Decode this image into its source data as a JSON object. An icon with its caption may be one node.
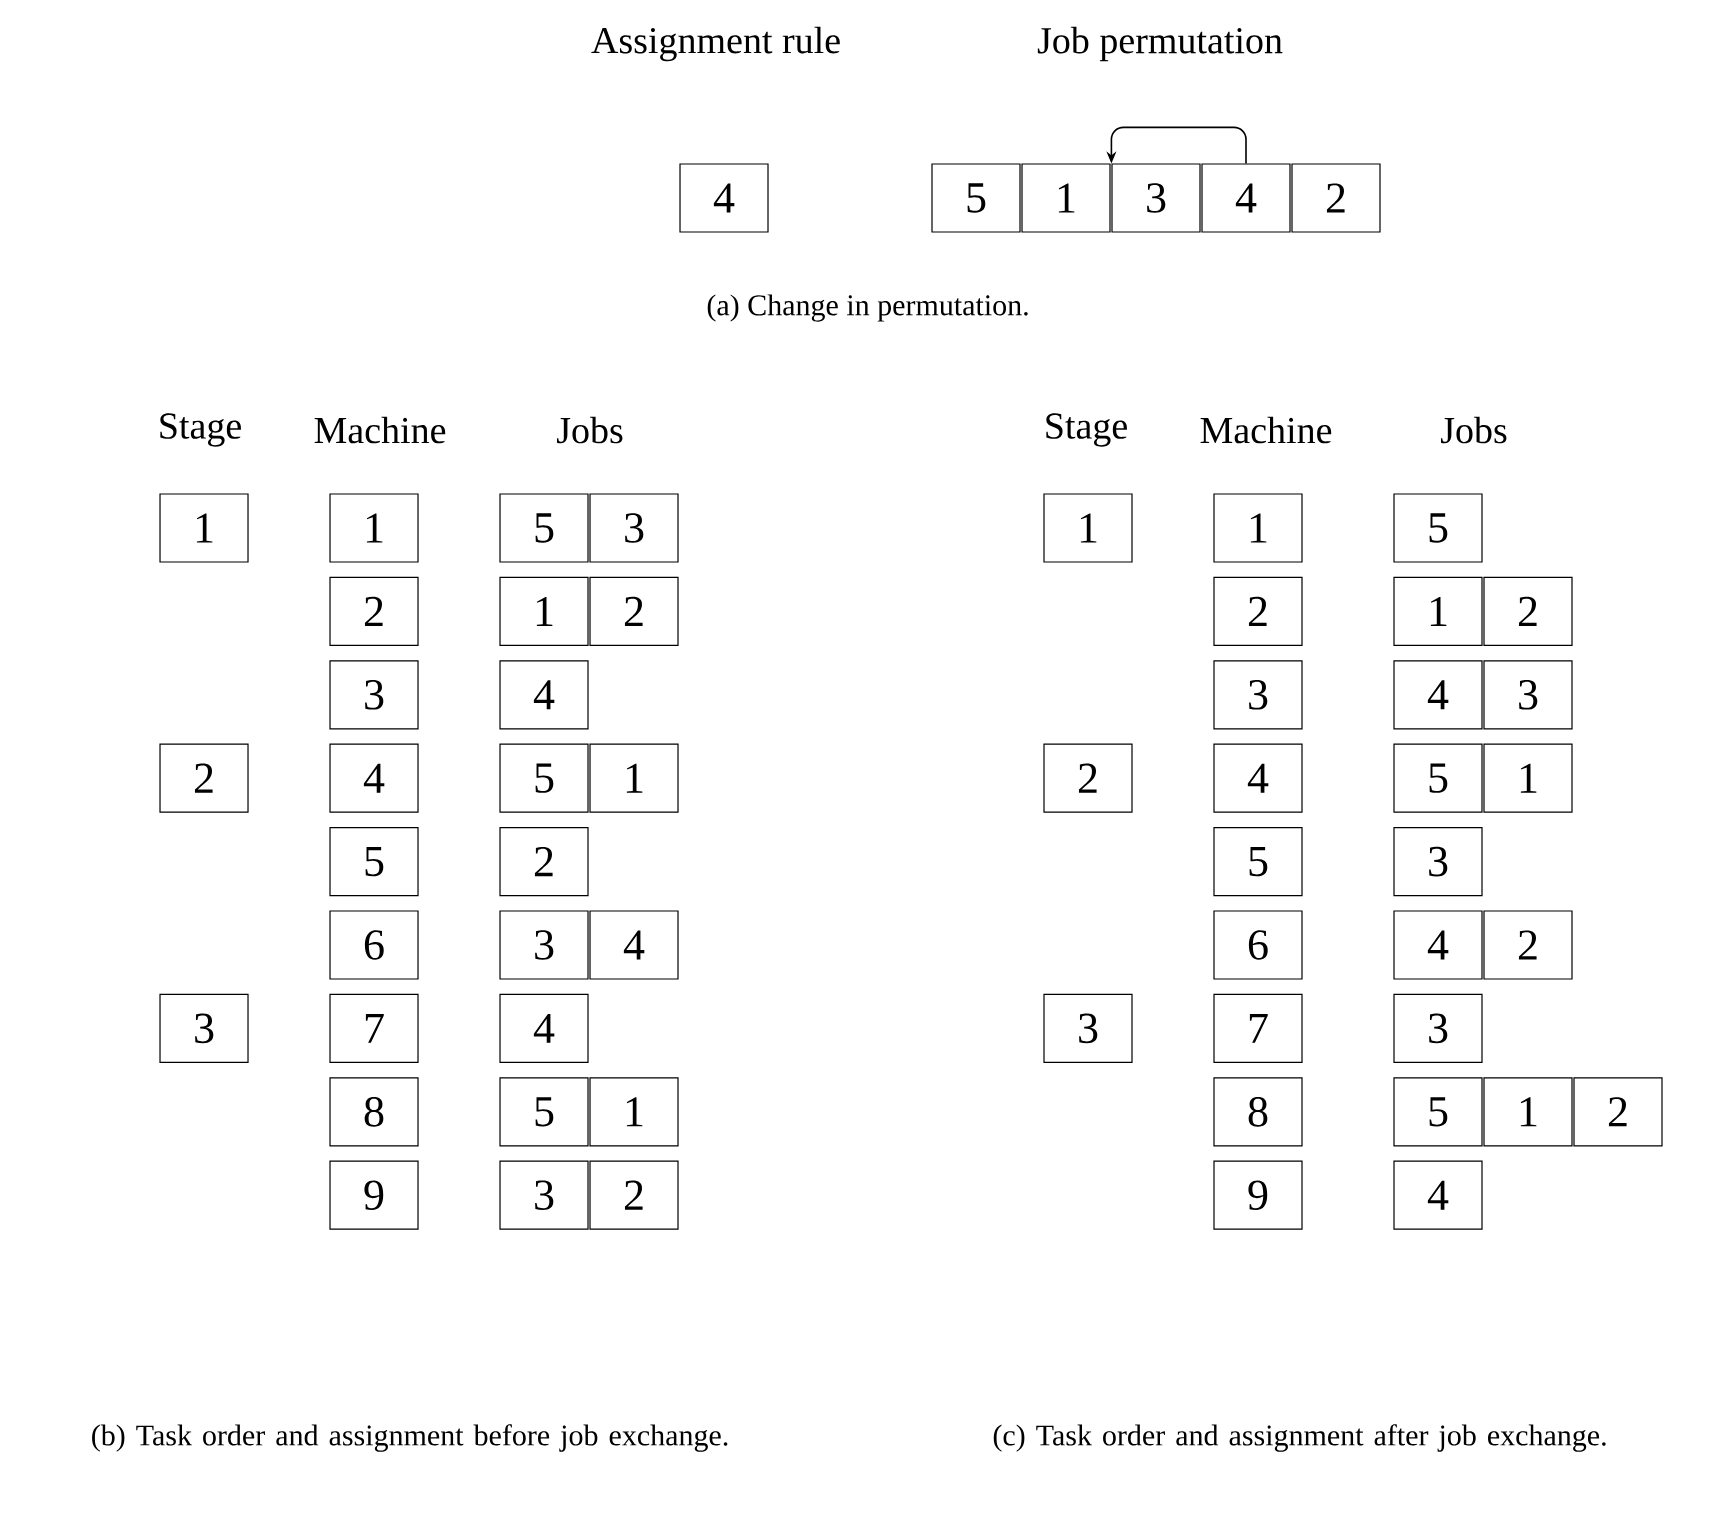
{
  "diagram": {
    "nodes": [
      {
        "text": [
          "4"
        ]
      },
      {
        "text": [
          "5"
        ]
      },
      {
        "text": [
          "1"
        ]
      },
      {
        "text": [
          "3"
        ]
      },
      {
        "text": [
          "4"
        ]
      },
      {
        "text": [
          "2"
        ]
      },
      {
        "text": [
          "1"
        ]
      },
      {
        "text": [
          "1"
        ]
      },
      {
        "text": [
          "5"
        ]
      },
      {
        "text": [
          "3"
        ]
      },
      {
        "text": [
          "2"
        ]
      },
      {
        "text": [
          "1"
        ]
      },
      {
        "text": [
          "2"
        ]
      },
      {
        "text": [
          "3"
        ]
      },
      {
        "text": [
          "4"
        ]
      },
      {
        "text": [
          "2"
        ]
      },
      {
        "text": [
          "4"
        ]
      },
      {
        "text": [
          "5"
        ]
      },
      {
        "text": [
          "1"
        ]
      },
      {
        "text": [
          "5"
        ]
      },
      {
        "text": [
          "2"
        ]
      },
      {
        "text": [
          "6"
        ]
      },
      {
        "text": [
          "3"
        ]
      },
      {
        "text": [
          "4"
        ]
      },
      {
        "text": [
          "3"
        ]
      },
      {
        "text": [
          "7"
        ]
      },
      {
        "text": [
          "4"
        ]
      },
      {
        "text": [
          "8"
        ]
      },
      {
        "text": [
          "5"
        ]
      },
      {
        "text": [
          "1"
        ]
      },
      {
        "text": [
          "9"
        ]
      },
      {
        "text": [
          "3"
        ]
      },
      {
        "text": [
          "2"
        ]
      },
      {
        "text": [
          "1"
        ]
      },
      {
        "text": [
          "1"
        ]
      },
      {
        "text": [
          "5"
        ]
      },
      {
        "text": [
          "2"
        ]
      },
      {
        "text": [
          "1"
        ]
      },
      {
        "text": [
          "2"
        ]
      },
      {
        "text": [
          "3"
        ]
      },
      {
        "text": [
          "4"
        ]
      },
      {
        "text": [
          "3"
        ]
      },
      {
        "text": [
          "2"
        ]
      },
      {
        "text": [
          "4"
        ]
      },
      {
        "text": [
          "5"
        ]
      },
      {
        "text": [
          "1"
        ]
      },
      {
        "text": [
          "5"
        ]
      },
      {
        "text": [
          "3"
        ]
      },
      {
        "text": [
          "6"
        ]
      },
      {
        "text": [
          "4"
        ]
      },
      {
        "text": [
          "2"
        ]
      },
      {
        "text": [
          "3"
        ]
      },
      {
        "text": [
          "7"
        ]
      },
      {
        "text": [
          "3"
        ]
      },
      {
        "text": [
          "8"
        ]
      },
      {
        "text": [
          "5"
        ]
      },
      {
        "text": [
          "1"
        ]
      },
      {
        "text": [
          "2"
        ]
      },
      {
        "text": [
          "9"
        ]
      },
      {
        "text": [
          "4"
        ]
      }
    ],
    "edges": [
      {
        "from": 4,
        "to": 3,
        "arrow": "to"
      }
    ],
    "labels": [
      "Assignment rule",
      "Job permutation",
      "(a) Change in permutation.",
      "Stage",
      "Machine",
      "Jobs",
      "Stage",
      "Machine",
      "Jobs",
      "(b) Task order and assignment before job exchange.",
      "(c) Task order and assignment after job exchange."
    ]
  }
}
